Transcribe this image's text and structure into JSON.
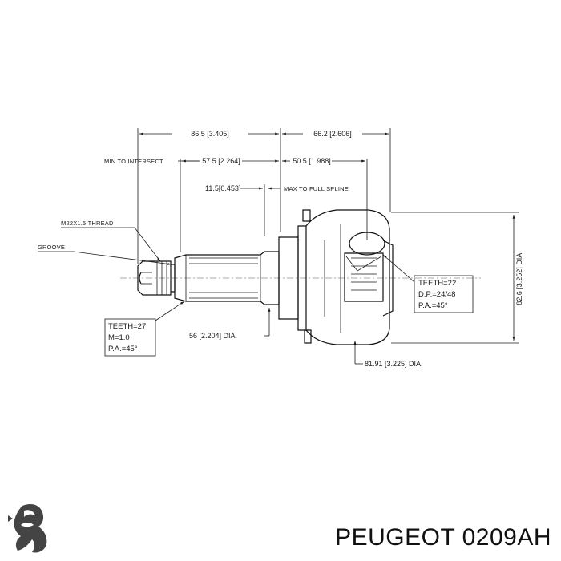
{
  "dimensions": {
    "overall_left": "86.5 [3.405]",
    "overall_right": "66.2 [2.606]",
    "min_to_intersect_label": "MIN TO INTERSECT",
    "min_to_intersect_value": "57.5 [2.264]",
    "right_spline": "50.5 [1.988]",
    "max_full_spline_value": "11.5[0.453]",
    "max_full_spline_label": "MAX TO FULL SPLINE",
    "thread": "M22X1.5 THREAD",
    "groove": "GROOVE",
    "shaft_dia": "56 [2.204] DIA.",
    "body_dia": "81.91 [3.225] DIA.",
    "outer_dia": "82.6 [3.252] DIA."
  },
  "notes": {
    "outer_spline": [
      "TEETH=27",
      "M=1.0",
      "P.A.=45°"
    ],
    "inner_spline": [
      "TEETH=22",
      "D.P.=24/48",
      "P.A.=45°"
    ]
  },
  "footer": {
    "brand": "PEUGEOT",
    "part_number": "0209AH"
  },
  "icons": {
    "logo": "peugeot-lion-logo-icon"
  }
}
